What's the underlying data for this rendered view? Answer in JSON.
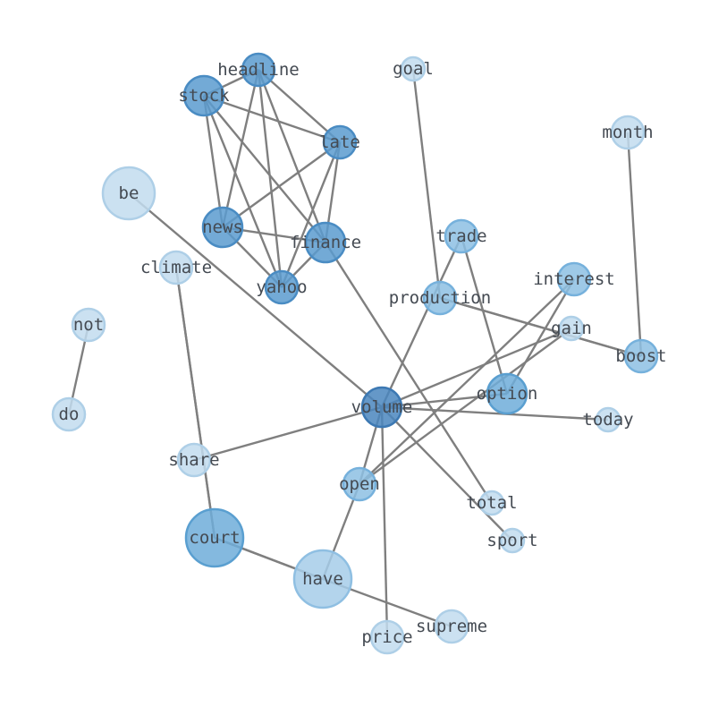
{
  "graph": {
    "colors": {
      "edge": "#7f7f7f",
      "label": "#444a52",
      "shades": {
        "darkest": {
          "fill": "#4a86be",
          "stroke": "#3d79b3"
        },
        "dark": {
          "fill": "#5a9bcf",
          "stroke": "#4a8cc3"
        },
        "mid": {
          "fill": "#6fadd9",
          "stroke": "#5a9fd0"
        },
        "light": {
          "fill": "#8dc0e3",
          "stroke": "#76b1dc"
        },
        "lighter": {
          "fill": "#a6cde9",
          "stroke": "#8fbfe2"
        },
        "lightest": {
          "fill": "#c2dcee",
          "stroke": "#aecfe7"
        }
      }
    },
    "nodes": [
      {
        "id": "headline",
        "label": "headline",
        "shade": "dark"
      },
      {
        "id": "stock",
        "label": "stock",
        "shade": "dark"
      },
      {
        "id": "late",
        "label": "late",
        "shade": "dark"
      },
      {
        "id": "news",
        "label": "news",
        "shade": "dark"
      },
      {
        "id": "finance",
        "label": "finance",
        "shade": "dark"
      },
      {
        "id": "yahoo",
        "label": "yahoo",
        "shade": "dark"
      },
      {
        "id": "be",
        "label": "be",
        "shade": "lightest"
      },
      {
        "id": "goal",
        "label": "goal",
        "shade": "lightest"
      },
      {
        "id": "month",
        "label": "month",
        "shade": "lightest"
      },
      {
        "id": "trade",
        "label": "trade",
        "shade": "light"
      },
      {
        "id": "climate",
        "label": "climate",
        "shade": "lightest"
      },
      {
        "id": "interest",
        "label": "interest",
        "shade": "light"
      },
      {
        "id": "production",
        "label": "production",
        "shade": "light"
      },
      {
        "id": "not",
        "label": "not",
        "shade": "lightest"
      },
      {
        "id": "gain",
        "label": "gain",
        "shade": "lightest"
      },
      {
        "id": "boost",
        "label": "boost",
        "shade": "light"
      },
      {
        "id": "option",
        "label": "option",
        "shade": "mid"
      },
      {
        "id": "volume",
        "label": "volume",
        "shade": "darkest"
      },
      {
        "id": "do",
        "label": "do",
        "shade": "lightest"
      },
      {
        "id": "today",
        "label": "today",
        "shade": "lightest"
      },
      {
        "id": "share",
        "label": "share",
        "shade": "lightest"
      },
      {
        "id": "open",
        "label": "open",
        "shade": "light"
      },
      {
        "id": "total",
        "label": "total",
        "shade": "lightest"
      },
      {
        "id": "court",
        "label": "court",
        "shade": "mid"
      },
      {
        "id": "sport",
        "label": "sport",
        "shade": "lightest"
      },
      {
        "id": "have",
        "label": "have",
        "shade": "lighter"
      },
      {
        "id": "supreme",
        "label": "supreme",
        "shade": "lightest"
      },
      {
        "id": "price",
        "label": "price",
        "shade": "lightest"
      }
    ],
    "edges": [
      [
        "headline",
        "stock"
      ],
      [
        "headline",
        "late"
      ],
      [
        "headline",
        "news"
      ],
      [
        "headline",
        "finance"
      ],
      [
        "headline",
        "yahoo"
      ],
      [
        "stock",
        "late"
      ],
      [
        "stock",
        "news"
      ],
      [
        "stock",
        "finance"
      ],
      [
        "stock",
        "yahoo"
      ],
      [
        "late",
        "news"
      ],
      [
        "late",
        "finance"
      ],
      [
        "late",
        "yahoo"
      ],
      [
        "news",
        "finance"
      ],
      [
        "news",
        "yahoo"
      ],
      [
        "finance",
        "yahoo"
      ],
      [
        "finance",
        "total"
      ],
      [
        "be",
        "volume"
      ],
      [
        "goal",
        "production"
      ],
      [
        "month",
        "boost"
      ],
      [
        "trade",
        "volume"
      ],
      [
        "trade",
        "option"
      ],
      [
        "climate",
        "court"
      ],
      [
        "climate",
        "court"
      ],
      [
        "interest",
        "option"
      ],
      [
        "interest",
        "open"
      ],
      [
        "production",
        "boost"
      ],
      [
        "production",
        "boost"
      ],
      [
        "not",
        "do"
      ],
      [
        "gain",
        "volume"
      ],
      [
        "gain",
        "open"
      ],
      [
        "option",
        "volume"
      ],
      [
        "volume",
        "today"
      ],
      [
        "volume",
        "share"
      ],
      [
        "volume",
        "open"
      ],
      [
        "volume",
        "sport"
      ],
      [
        "volume",
        "price"
      ],
      [
        "open",
        "have"
      ],
      [
        "court",
        "have"
      ],
      [
        "court",
        "have"
      ],
      [
        "have",
        "supreme"
      ]
    ]
  }
}
